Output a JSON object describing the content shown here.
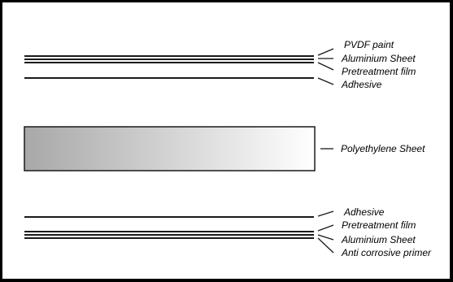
{
  "top_group": {
    "labels": [
      "PVDF paint",
      "Aluminium Sheet",
      "Pretreatment film",
      "Adhesive"
    ]
  },
  "core": {
    "label": "Polyethylene Sheet",
    "gradient_start": "#a8a8a8",
    "gradient_end": "#ffffff"
  },
  "bottom_group": {
    "labels": [
      "Adhesive",
      "Pretreatment film",
      "Aluminium Sheet",
      "Anti corrosive primer"
    ]
  },
  "colors": {
    "line": "#1a1a1a",
    "border": "#000000"
  }
}
